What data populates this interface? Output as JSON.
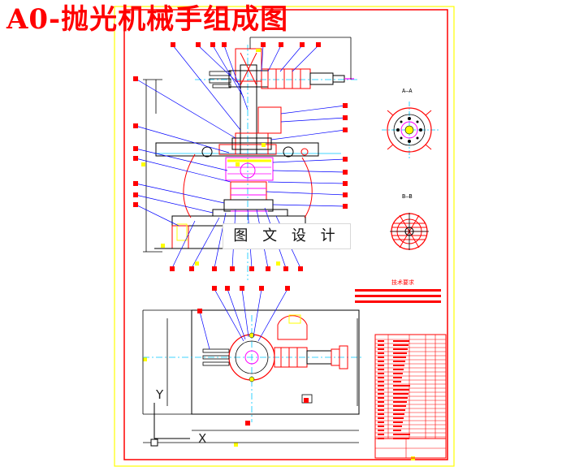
{
  "banner": {
    "title": "A0-抛光机械手组成图"
  },
  "watermark": {
    "text": "图 文 设 计"
  },
  "sections": {
    "a": "A—A",
    "b": "B—B"
  },
  "tech_requirements": {
    "title": "技术要求"
  },
  "axes": {
    "x": "X",
    "y": "Y"
  },
  "colors": {
    "frame": "#ff0000",
    "outer_border": "#ffff00",
    "outline": "#000000",
    "centerline": "#00c8ff",
    "detail": "#ff00ff",
    "leader": "#0000ff",
    "marker": "#ffff00"
  }
}
